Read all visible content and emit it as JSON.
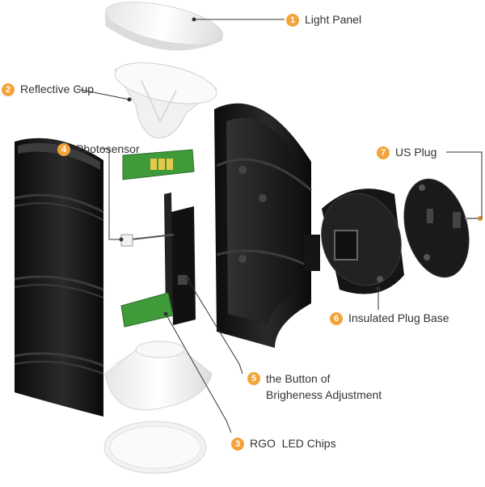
{
  "diagram": {
    "callouts": [
      {
        "number": "1",
        "label": "Light Panel"
      },
      {
        "number": "2",
        "label": "Reflective Cup"
      },
      {
        "number": "3",
        "label": "RGO  LED Chips"
      },
      {
        "number": "4",
        "label": "Photosensor"
      },
      {
        "number": "5",
        "label_line1": "the Button of",
        "label_line2": "Brigheness Adjustment"
      },
      {
        "number": "6",
        "label": "Insulated Plug Base"
      },
      {
        "number": "7",
        "label": "US Plug"
      }
    ],
    "colors": {
      "badge": "#f2a33a",
      "housing": "#1a1a1a",
      "white_part": "#f4f4f4",
      "pcb": "#3f9a3a",
      "led": "#e6c84a"
    }
  }
}
